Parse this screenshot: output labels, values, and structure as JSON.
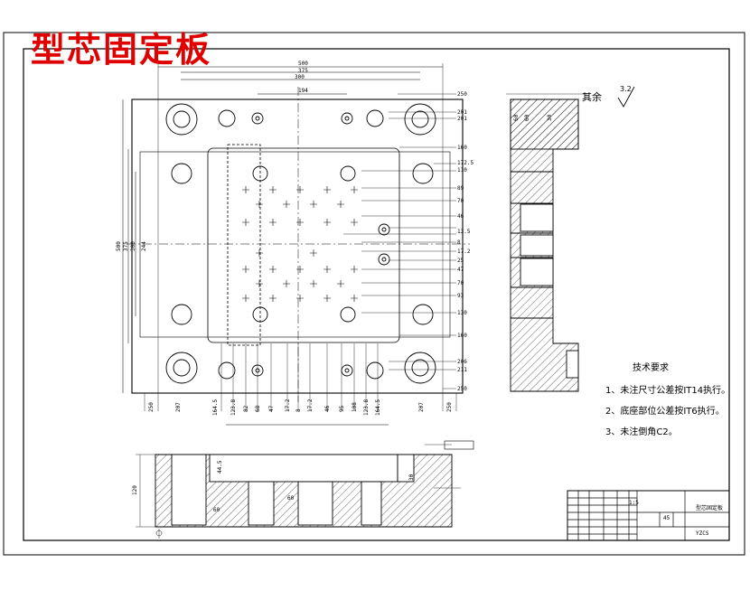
{
  "drawing": {
    "title": "型芯固定板",
    "surface_note": "其余",
    "roughness": "3.2",
    "tech_title": "技术要求",
    "requirements": [
      "1、未注尺寸公差按IT14执行。",
      "2、底座部位公差按IT6执行。",
      "3、未注倒角C2。"
    ],
    "title_block": {
      "scale": "1:5",
      "material": "45",
      "part_name": "型芯固定板",
      "code": "YZCS"
    }
  },
  "plan_view": {
    "top_dims": [
      "500",
      "375",
      "300"
    ],
    "inner_dim": "194",
    "left_dims": [
      "500",
      "375",
      "300",
      "244"
    ],
    "right_dims": [
      "250",
      "201",
      "201",
      "160",
      "172.5",
      "110",
      "89",
      "70",
      "46",
      "13.5",
      "8",
      "17.2",
      "25",
      "47",
      "70",
      "93",
      "130",
      "160",
      "206",
      "211",
      "250"
    ],
    "bottom_dims": [
      "250",
      "207",
      "164.5",
      "123.8",
      "82",
      "68",
      "47",
      "17.2",
      "8",
      "17.2",
      "46",
      "95",
      "108",
      "123.8",
      "164.5",
      "207",
      "250"
    ]
  },
  "side_view": {
    "dims": [
      "60",
      "60",
      "30"
    ]
  },
  "section_view": {
    "dims": [
      "120",
      "60",
      "60",
      "44.5",
      "30"
    ]
  },
  "colors": {
    "title": "#e00000",
    "line": "#000000",
    "paper": "#ffffff"
  }
}
